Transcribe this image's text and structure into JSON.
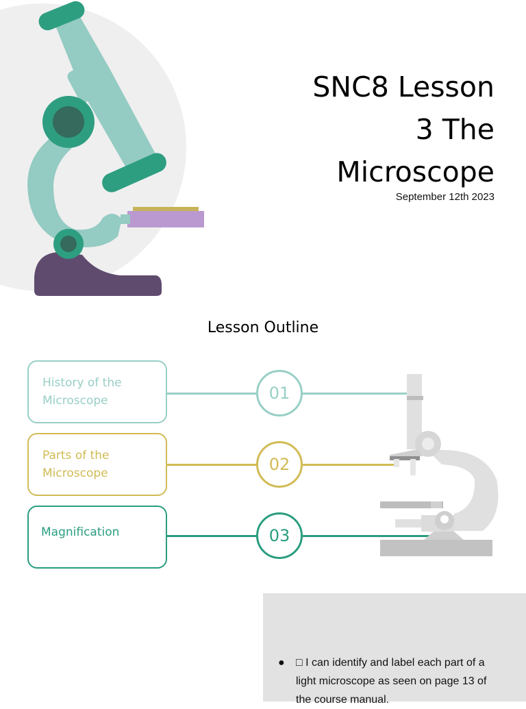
{
  "title_slide": {
    "title": "SNC8 Lesson 3  The Microscope",
    "date": "September 12th 2023"
  },
  "outline": {
    "heading": "Lesson Outline",
    "items": [
      {
        "number": "01",
        "label": "History of the Microscope",
        "color": "#98cfc6"
      },
      {
        "number": "02",
        "label": "Parts of the Microscope",
        "color": "#d1bb55"
      },
      {
        "number": "03",
        "label": "Magnification",
        "color": "#2a9d80"
      }
    ]
  },
  "notes": {
    "bullet_symbol": "●",
    "checkbox_symbol": "□",
    "text": "I can identify and label each part of a light microscope as seen on page 13 of the course manual."
  },
  "icons": [
    "microscope-illustration-icon",
    "microscope-outline-icon"
  ]
}
